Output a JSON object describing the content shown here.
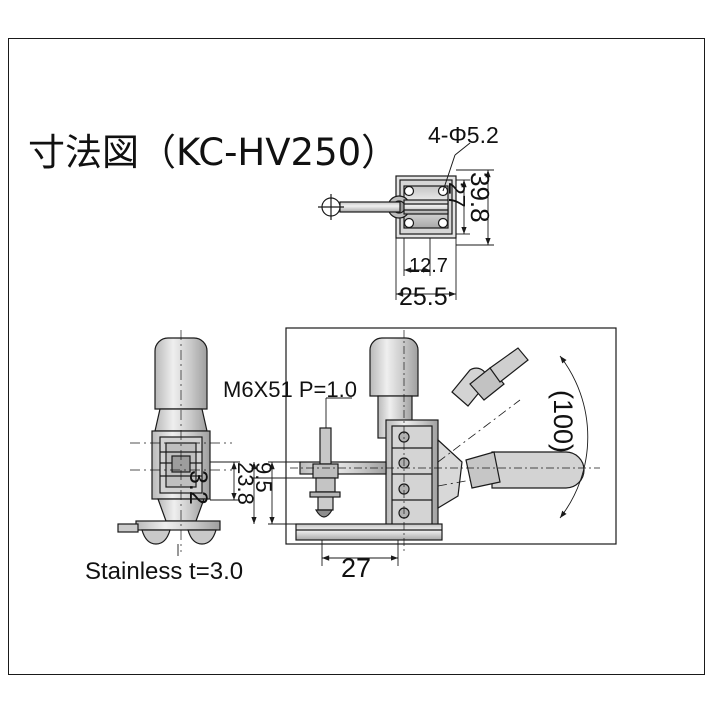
{
  "page": {
    "title": "寸法図（KC-HV250）",
    "background_color": "#ffffff",
    "line_color": "#1a1a1a",
    "fill_gray": "#cfcfcf"
  },
  "drawing": {
    "type": "technical-dimension-drawing",
    "product_code": "KC-HV250",
    "labels": {
      "holes": "4-Φ5.2",
      "height_total": "39.8",
      "height_plate": "27",
      "width_small": "12.7",
      "width_base": "25.5",
      "thread": "M6X51 P=1.0",
      "handle_travel": "(100)",
      "thickness_32": "3.2",
      "dim_238": "23.8",
      "dim_95": "9.5",
      "material": "Stainless t=3.0",
      "base_length": "27"
    }
  }
}
